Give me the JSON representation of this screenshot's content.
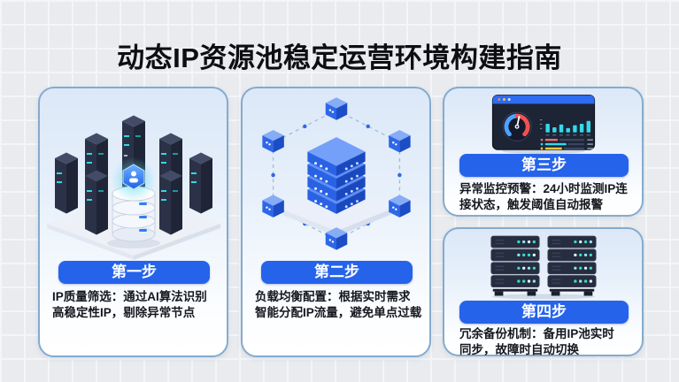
{
  "title": "动态IP资源池稳定运营环境构建指南",
  "steps": [
    {
      "label": "第一步",
      "icon": "server-cluster-icon",
      "desc_lines": [
        "IP质量筛选：通过AI算法识别",
        "高稳定性IP，剔除异常节点"
      ]
    },
    {
      "label": "第二步",
      "icon": "load-balancer-network-icon",
      "desc_lines": [
        "负载均衡配置：根据实时需求",
        "智能分配IP流量，避免单点过载"
      ]
    },
    {
      "label": "第三步",
      "icon": "monitoring-dashboard-icon",
      "desc_lines": [
        "异常监控预警：24小时监测IP连",
        "接状态，触发阈值自动报警"
      ]
    },
    {
      "label": "第四步",
      "icon": "backup-server-racks-icon",
      "desc_lines": [
        "冗余备份机制：备用IP池实时",
        "同步，故障时自动切换"
      ]
    }
  ],
  "colors": {
    "accent_blue": "#2563eb",
    "card_border": "#84abce",
    "card_bg_top": "#dce8f8",
    "page_bg": "#e9ebee",
    "text_dark": "#15171f",
    "pill_text": "#ffffff",
    "chart_cyan": "#35d8ea",
    "gauge_red": "#ef5350",
    "gauge_blue": "#4da3ff",
    "bar_yellow": "#e9c63b"
  }
}
